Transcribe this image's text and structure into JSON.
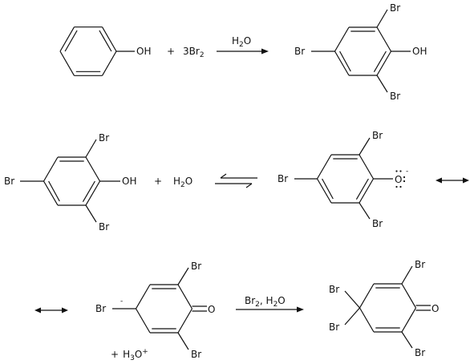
{
  "reaction1": {
    "oh": "OH",
    "plus": "+",
    "reagent": "3Br",
    "reagent_sub": "2",
    "arrow_label": "H",
    "arrow_label_sub": "2",
    "arrow_label_tail": "O",
    "product": {
      "br_top": "Br",
      "br_left": "Br",
      "br_bottom": "Br",
      "oh": "OH"
    }
  },
  "reaction2": {
    "reactant": {
      "br_top": "Br",
      "br_left": "Br",
      "br_bottom": "Br",
      "oh": "OH"
    },
    "plus": "+",
    "water": "H",
    "water_sub": "2",
    "water_tail": "O",
    "phenoxide": {
      "br_top": "Br",
      "br_left": "Br",
      "br_bottom": "Br",
      "oxygen": "O",
      "charge": "-"
    }
  },
  "reaction3": {
    "anion": {
      "br_top": "Br",
      "br_left": "Br",
      "br_bottom": "Br",
      "carbonyl": "O",
      "charge": "-"
    },
    "hydronium_plus": "+",
    "hydronium": "H",
    "hydronium_sub": "3",
    "hydronium_o": "O",
    "hydronium_charge": "+",
    "arrow_label": "Br",
    "arrow_label_sub": "2",
    "arrow_label_sep": ", H",
    "arrow_label_sub2": "2",
    "arrow_label_tail": "O",
    "product": {
      "br_top": "Br",
      "br_gem_top": "Br",
      "br_gem_bottom": "Br",
      "br_bottom": "Br",
      "carbonyl": "O"
    }
  }
}
